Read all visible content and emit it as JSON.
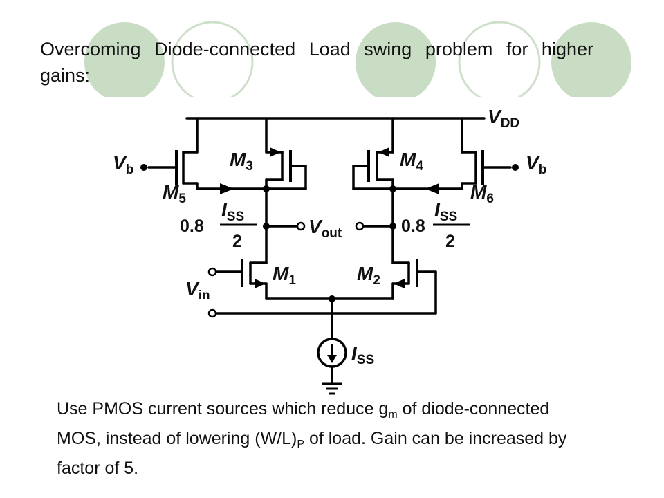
{
  "slide": {
    "title": "Overcoming Diode-connected Load swing problem for higher gains:",
    "body": {
      "part1": "Use PMOS current sources which reduce g",
      "sub_m": "m",
      "part2": " of diode-connected MOS, instead of lowering (W/L)",
      "sub_p": "P",
      "part3": " of load. Gain can be increased by factor of 5."
    },
    "colors": {
      "circle_fill": "#c9dcc4",
      "circle_stroke": "#c9dcc4",
      "ring_only": "#cfdfcb"
    }
  },
  "circuit": {
    "vdd": {
      "main": "V",
      "sub": "DD"
    },
    "vb_left": {
      "main": "V",
      "sub": "b"
    },
    "vb_right": {
      "main": "V",
      "sub": "b"
    },
    "m5": {
      "main": "M",
      "sub": "5"
    },
    "m3": {
      "main": "M",
      "sub": "3"
    },
    "m4": {
      "main": "M",
      "sub": "4"
    },
    "m6": {
      "main": "M",
      "sub": "6"
    },
    "m1": {
      "main": "M",
      "sub": "1"
    },
    "m2": {
      "main": "M",
      "sub": "2"
    },
    "iss_left": {
      "coef": "0.8",
      "main": "I",
      "sub": "SS",
      "den": "2"
    },
    "iss_right": {
      "coef": "0.8",
      "main": "I",
      "sub": "SS",
      "den": "2"
    },
    "vout": {
      "main": "V",
      "sub": "out"
    },
    "vin": {
      "main": "V",
      "sub": "in"
    },
    "iss_tail": {
      "main": "I",
      "sub": "SS"
    }
  }
}
